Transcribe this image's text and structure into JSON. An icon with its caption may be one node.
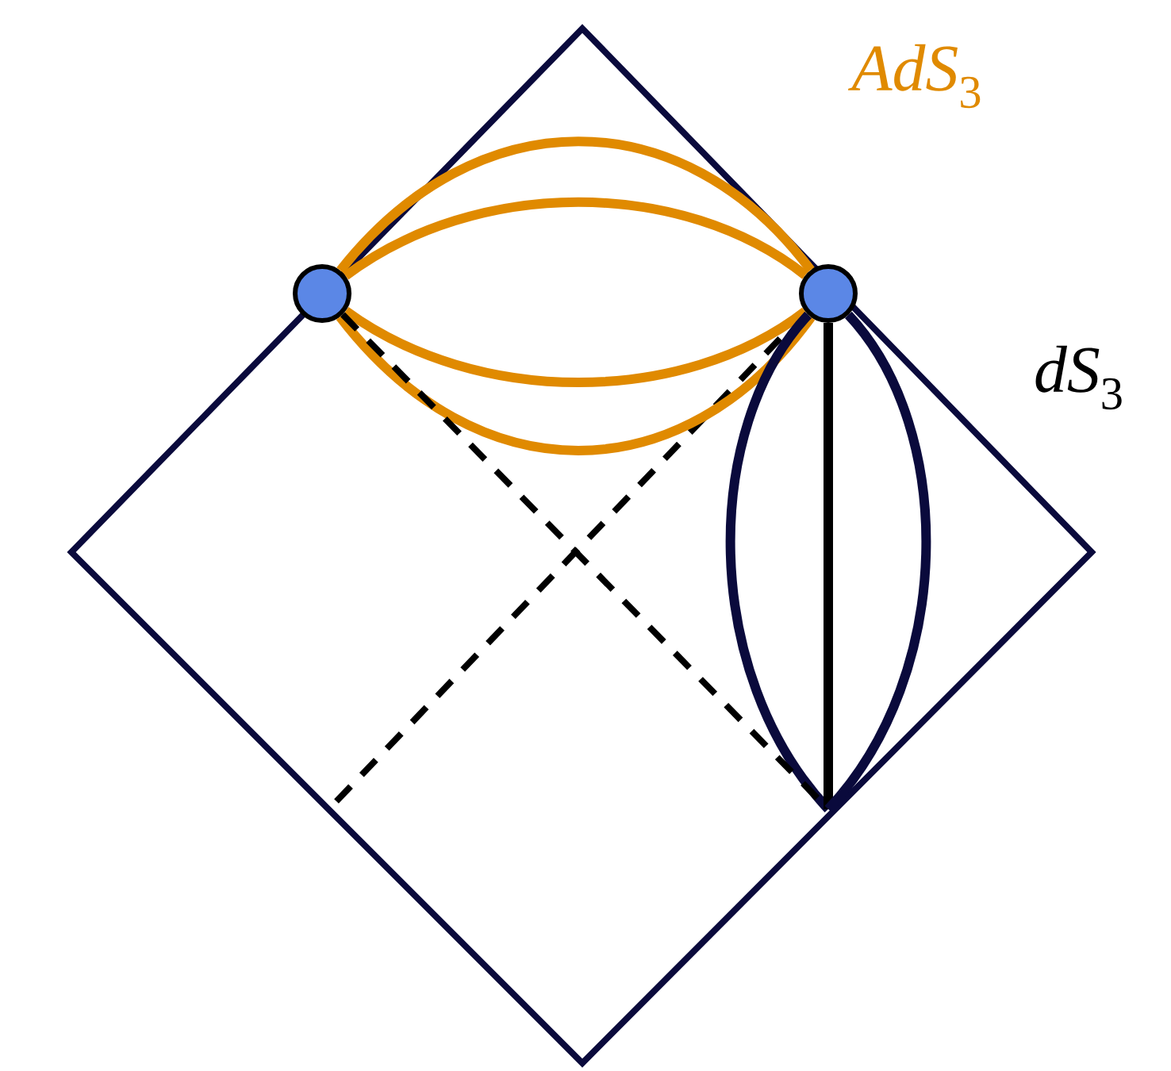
{
  "diagram": {
    "nodes": [
      {
        "text": [],
        "shape": "circle"
      },
      {
        "text": [],
        "shape": "circle"
      }
    ],
    "edges": [
      {
        "from": 0,
        "to": 1,
        "arrow": "none"
      },
      {
        "from": 0,
        "to": 1,
        "arrow": "none"
      },
      {
        "from": 0,
        "to": 1,
        "arrow": "none"
      },
      {
        "from": 0,
        "to": 1,
        "arrow": "none"
      },
      {
        "from": 1,
        "to": null,
        "arrow": "none",
        "color": "#0a0a3c"
      },
      {
        "from": 1,
        "to": null,
        "arrow": "none",
        "color": "#000000"
      },
      {
        "from": 1,
        "to": null,
        "arrow": "none",
        "color": "#0a0a3c"
      },
      {
        "from": 0,
        "to": null,
        "arrow": "none",
        "style": "dashed",
        "color": "#000000"
      }
    ],
    "labels": [
      "*AdS*$_{3}$",
      "*dS*$_{3}$"
    ]
  }
}
